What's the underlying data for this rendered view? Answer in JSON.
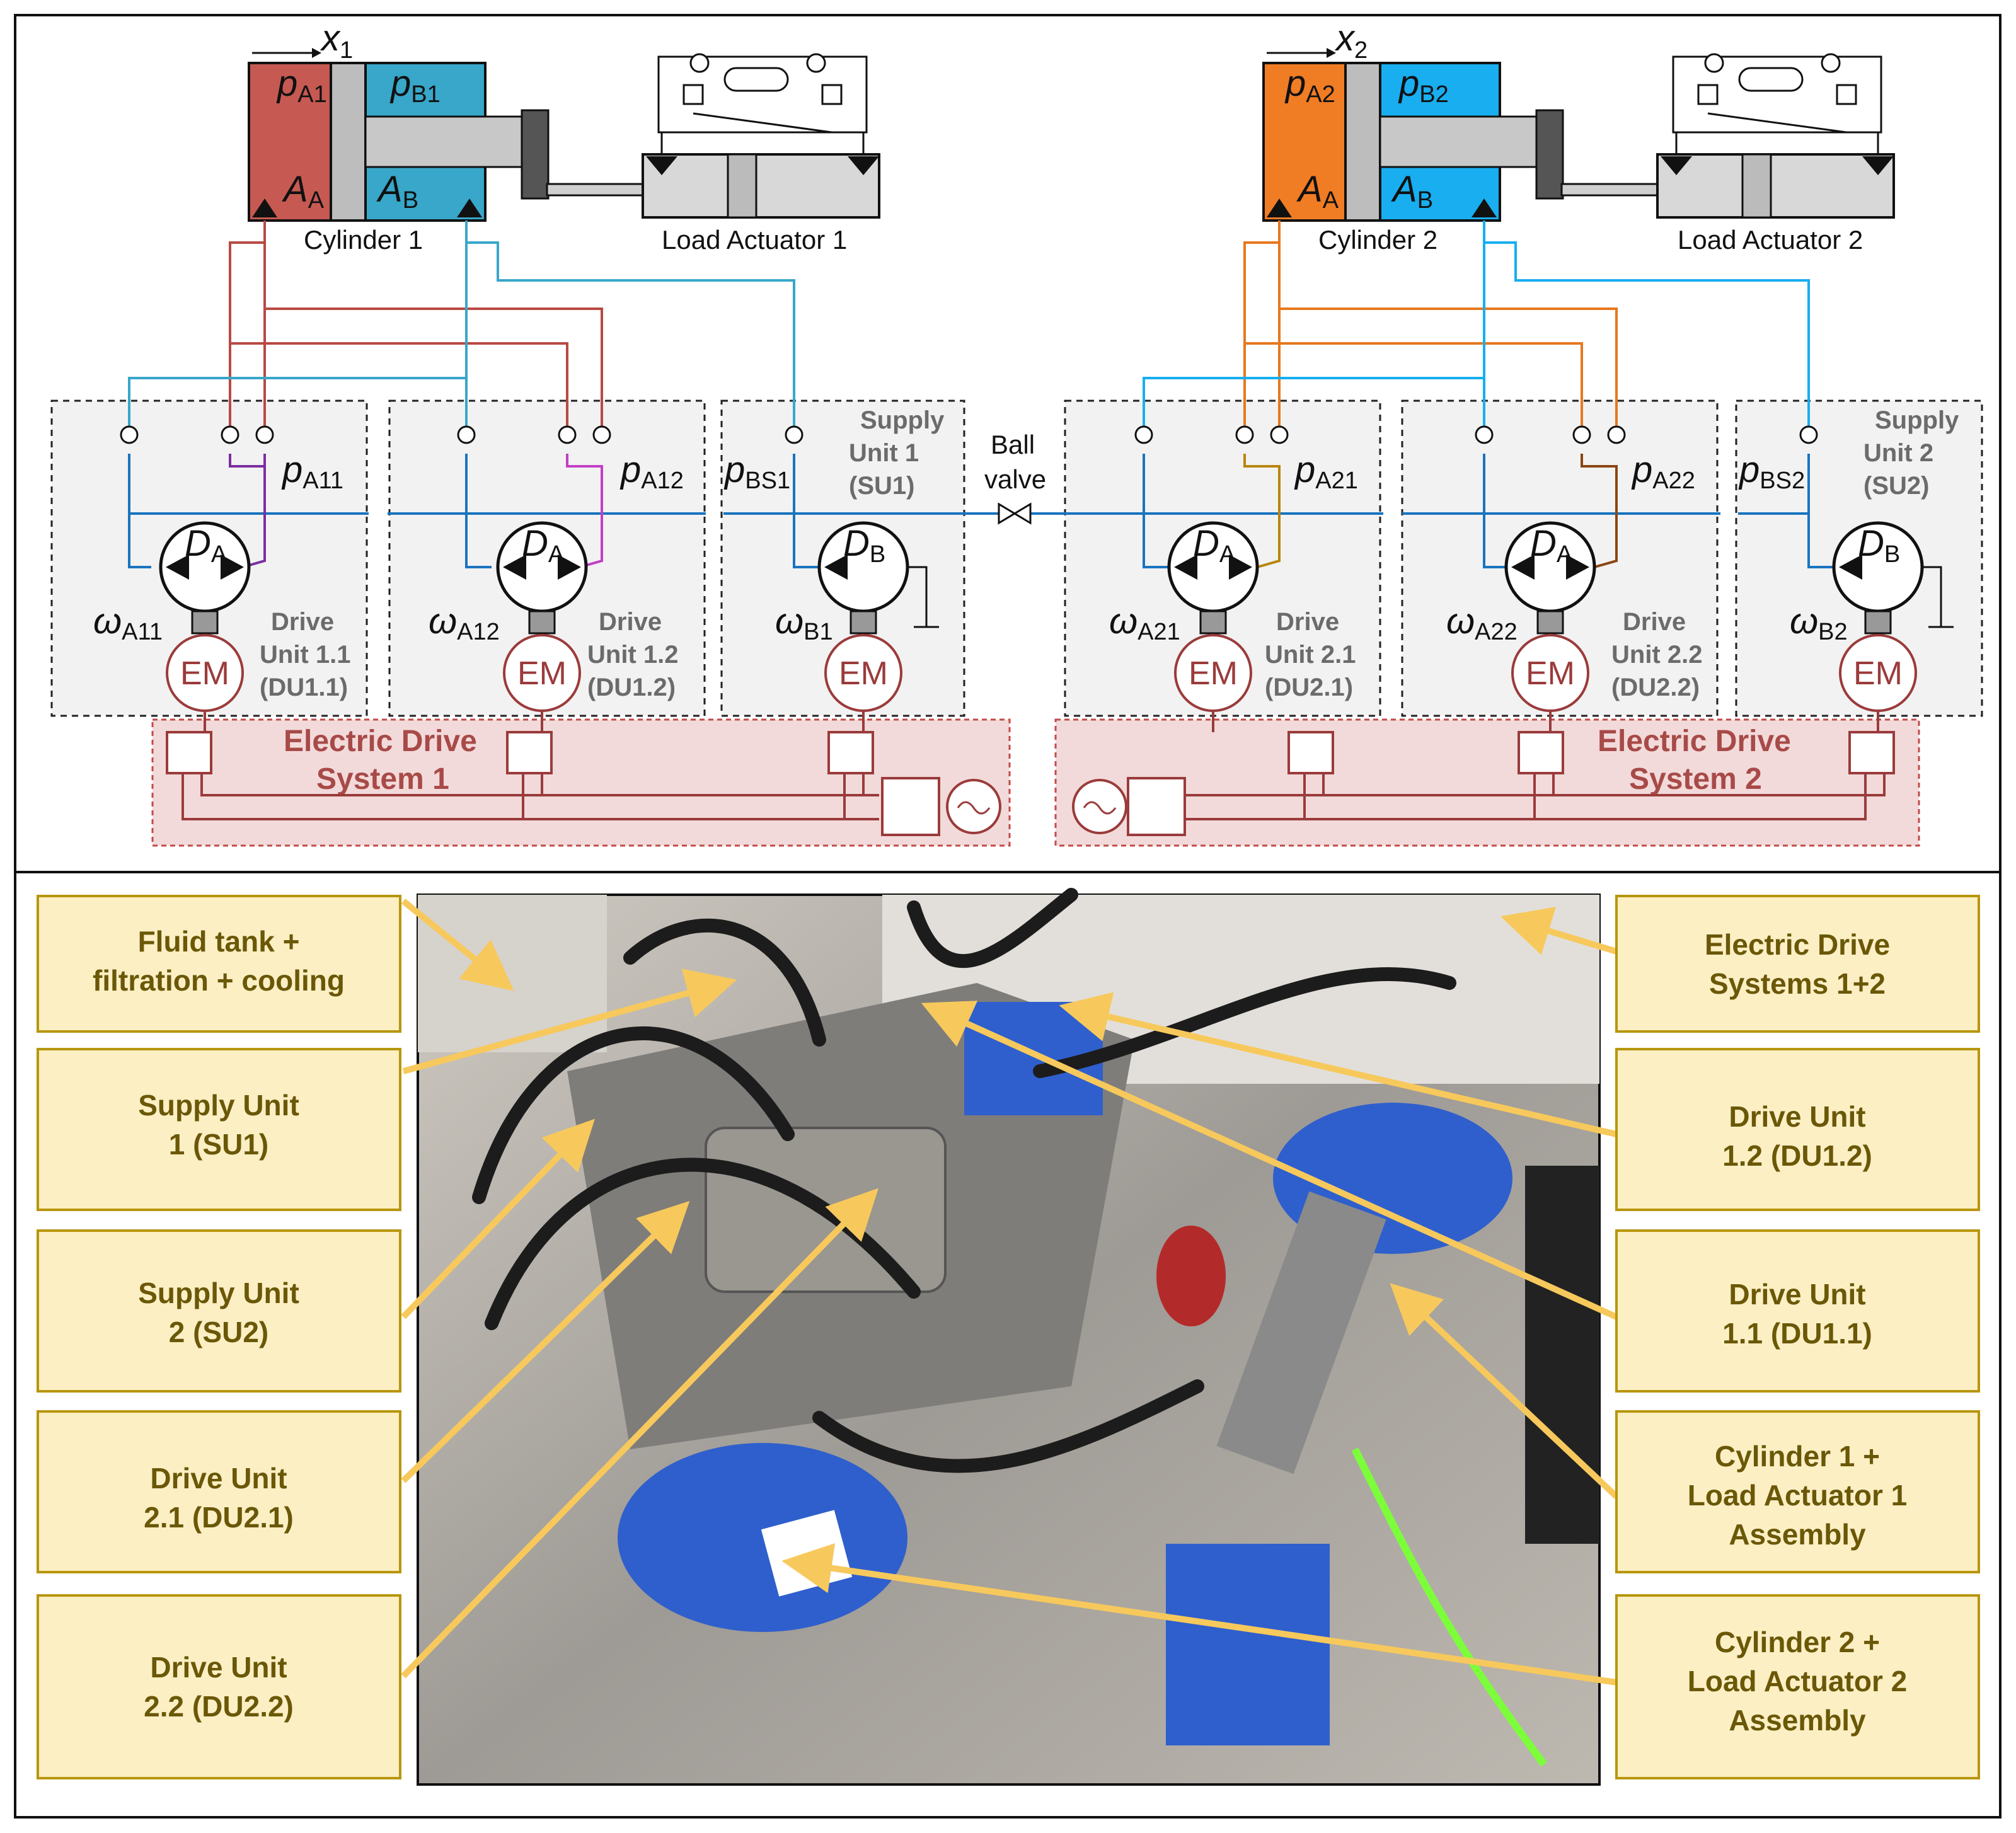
{
  "schematic": {
    "cylinder1": {
      "label": "Cylinder 1",
      "position_symbol": "x",
      "position_sub": "1",
      "chamber_a": "p",
      "chamber_a_sub": "A1",
      "chamber_b": "p",
      "chamber_b_sub": "B1",
      "area_a": "A",
      "area_a_sub": "A",
      "area_b": "A",
      "area_b_sub": "B",
      "color_a": "#c65a52",
      "color_b": "#38a7c9"
    },
    "cylinder2": {
      "label": "Cylinder 2",
      "position_symbol": "x",
      "position_sub": "2",
      "chamber_a": "p",
      "chamber_a_sub": "A2",
      "chamber_b": "p",
      "chamber_b_sub": "B2",
      "area_a": "A",
      "area_a_sub": "A",
      "area_b": "A",
      "area_b_sub": "B",
      "color_a": "#f07c24",
      "color_b": "#18aef0"
    },
    "load_actuator1": "Load Actuator 1",
    "load_actuator2": "Load Actuator 2",
    "units": [
      {
        "id": "du11",
        "name_line1": "Drive",
        "name_line2": "Unit 1.1",
        "name_line3": "(DU1.1)",
        "pressure": "p",
        "pressure_sub": "A11",
        "displacement": "D",
        "displacement_sub": "A",
        "speed": "ω",
        "speed_sub": "A11",
        "motor": "EM"
      },
      {
        "id": "du12",
        "name_line1": "Drive",
        "name_line2": "Unit 1.2",
        "name_line3": "(DU1.2)",
        "pressure": "p",
        "pressure_sub": "A12",
        "displacement": "D",
        "displacement_sub": "A",
        "speed": "ω",
        "speed_sub": "A12",
        "motor": "EM"
      },
      {
        "id": "su1",
        "name_line1": "Supply",
        "name_line2": "Unit 1",
        "name_line3": "(SU1)",
        "pressure": "p",
        "pressure_sub": "BS1",
        "displacement": "D",
        "displacement_sub": "B",
        "speed": "ω",
        "speed_sub": "B1",
        "motor": "EM"
      },
      {
        "id": "du21",
        "name_line1": "Drive",
        "name_line2": "Unit 2.1",
        "name_line3": "(DU2.1)",
        "pressure": "p",
        "pressure_sub": "A21",
        "displacement": "D",
        "displacement_sub": "A",
        "speed": "ω",
        "speed_sub": "A21",
        "motor": "EM"
      },
      {
        "id": "du22",
        "name_line1": "Drive",
        "name_line2": "Unit 2.2",
        "name_line3": "(DU2.2)",
        "pressure": "p",
        "pressure_sub": "A22",
        "displacement": "D",
        "displacement_sub": "A",
        "speed": "ω",
        "speed_sub": "A22",
        "motor": "EM"
      },
      {
        "id": "su2",
        "name_line1": "Supply",
        "name_line2": "Unit 2",
        "name_line3": "(SU2)",
        "pressure": "p",
        "pressure_sub": "BS2",
        "displacement": "D",
        "displacement_sub": "B",
        "speed": "ω",
        "speed_sub": "B2",
        "motor": "EM"
      }
    ],
    "ball_valve_line1": "Ball",
    "ball_valve_line2": "valve",
    "eds1_line1": "Electric Drive",
    "eds1_line2": "System 1",
    "eds2_line1": "Electric Drive",
    "eds2_line2": "System 2",
    "colors": {
      "pipe_blue": "#1a74bf",
      "pipe_purple": "#7a2fa0",
      "pipe_magenta": "#c23fc6",
      "pipe_gold": "#b8860b",
      "pipe_brown": "#8b4513",
      "pipe_red": "#b84a44",
      "pipe_orange": "#e6781e",
      "eds_fill": "#f2dada",
      "eds_border": "#c24a48"
    }
  },
  "photo": {
    "left_callouts": [
      {
        "line1": "Fluid tank +",
        "line2": "filtration + cooling"
      },
      {
        "line1": "Supply Unit",
        "line2": "1 (SU1)"
      },
      {
        "line1": "Supply Unit",
        "line2": "2 (SU2)"
      },
      {
        "line1": "Drive Unit",
        "line2": "2.1 (DU2.1)"
      },
      {
        "line1": "Drive Unit",
        "line2": "2.2 (DU2.2)"
      }
    ],
    "right_callouts": [
      {
        "line1": "Electric Drive",
        "line2": "Systems 1+2",
        "line3": ""
      },
      {
        "line1": "Drive Unit",
        "line2": "1.2 (DU1.2)",
        "line3": ""
      },
      {
        "line1": "Drive Unit",
        "line2": "1.1 (DU1.1)",
        "line3": ""
      },
      {
        "line1": "Cylinder 1 +",
        "line2": "Load Actuator 1",
        "line3": "Assembly"
      },
      {
        "line1": "Cylinder 2 +",
        "line2": "Load Actuator 2",
        "line3": "Assembly"
      }
    ],
    "callout_fill": "#fcefc4",
    "callout_border": "#b8960c",
    "arrow_color": "#f7c95c"
  }
}
